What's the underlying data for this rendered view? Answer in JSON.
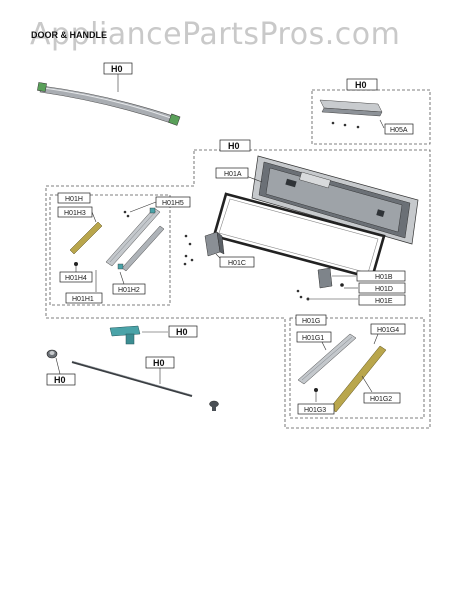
{
  "header": {
    "watermark": "AppliancePartsPros.com",
    "section_title": "DOOR & HANDLE"
  },
  "labels": {
    "h0_handle": "H0",
    "h0_top_right": "H0",
    "h05a": "H05A",
    "h0_main": "H0",
    "h01a": "H01A",
    "h01h": "H01H",
    "h01h3": "H01H3",
    "h01h5": "H01H5",
    "h01c": "H01C",
    "h01h4": "H01H4",
    "h01h2": "H01H2",
    "h01h1": "H01H1",
    "h01b": "H01B",
    "h01d": "H01D",
    "h01e": "H01E",
    "h0_clip": "H0",
    "h01g": "H01G",
    "h01g1": "H01G1",
    "h01g4": "H01G4",
    "h0_left": "H0",
    "h0_rod": "H0",
    "h01g3": "H01G3",
    "h01g2": "H01G2"
  },
  "colors": {
    "part_gray": "#b8bcc0",
    "part_dark": "#5b6066",
    "rail_tan": "#b9a64c",
    "clip_teal": "#4aa3a8",
    "green_accent": "#5aa05a"
  }
}
